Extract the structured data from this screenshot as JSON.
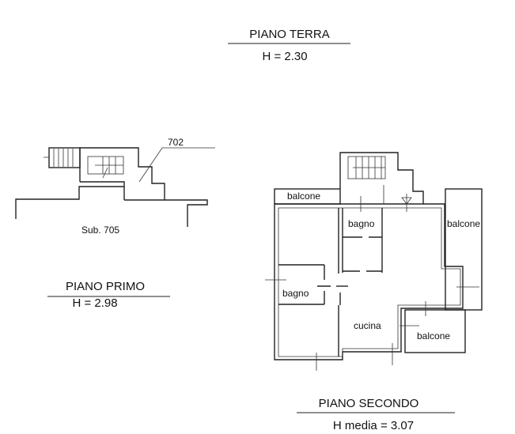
{
  "floors": {
    "ground": {
      "title": "PIANO  TERRA",
      "height": "H = 2.30"
    },
    "first": {
      "title": "PIANO  PRIMO",
      "height": "H = 2.98",
      "ref": "702",
      "sub": "Sub. 705"
    },
    "second": {
      "title": "PIANO  SECONDO",
      "height": "H media = 3.07"
    }
  },
  "rooms": {
    "balcone_top": "balcone",
    "bagno_top": "bagno",
    "balcone_right": "balcone",
    "bagno_left": "bagno",
    "cucina": "cucina",
    "balcone_bottom": "balcone"
  }
}
